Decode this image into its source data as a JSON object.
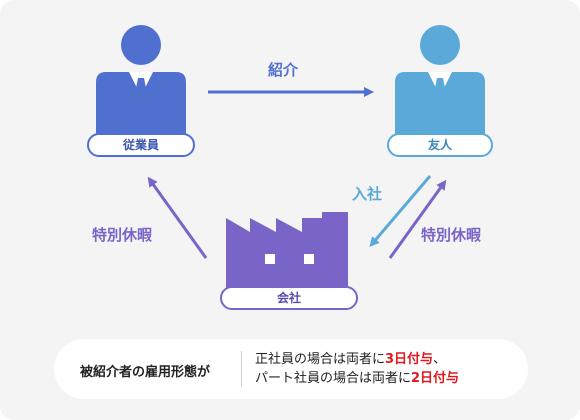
{
  "nodes": {
    "employee": "従業員",
    "friend": "友人",
    "company": "会社"
  },
  "edges": {
    "referral": "紹介",
    "join": "入社",
    "leave_left": "特別休暇",
    "leave_right": "特別休暇"
  },
  "info": {
    "title": "被紹介者の雇用形態が",
    "line1_prefix": "正社員の場合は両者に",
    "line1_highlight": "3日付与",
    "line1_suffix": "、",
    "line2_prefix": "パート社員の場合は両者に",
    "line2_highlight": "2日付与"
  },
  "colors": {
    "employee": "#4f70cf",
    "friend": "#5aa9d8",
    "company": "#7b64c8",
    "highlight": "#e4161c"
  }
}
